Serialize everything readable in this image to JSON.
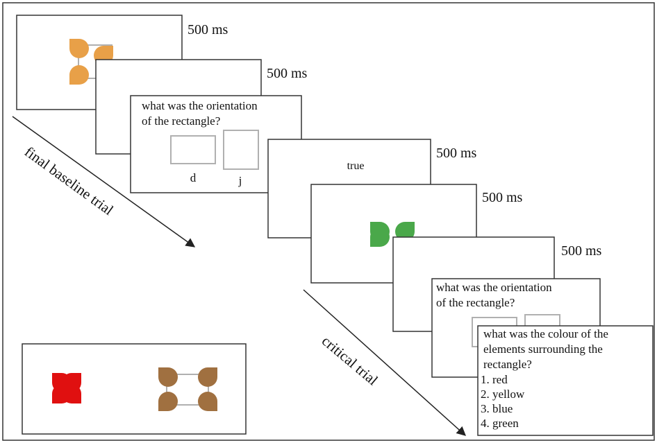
{
  "timing_labels": [
    "500 ms",
    "500 ms",
    "500 ms",
    "500 ms",
    "500 ms"
  ],
  "screens": {
    "frame1": {
      "color": "#e8a048"
    },
    "question_orientation_1": {
      "question": [
        "what was the orientation",
        "of the rectangle?"
      ],
      "keys": [
        "d",
        "j"
      ]
    },
    "feedback": {
      "text": "true"
    },
    "frame_green": {
      "color": "#4aa84a"
    },
    "question_orientation_2": {
      "question": [
        "what was the orientation",
        "of the rectangle?"
      ]
    },
    "question_colour": {
      "question": [
        "what was the colour of the",
        "elements surrounding the",
        "rectangle?"
      ],
      "options": [
        "1. red",
        "2. yellow",
        "3. blue",
        "4. green"
      ]
    }
  },
  "arrows": {
    "baseline": "final baseline trial",
    "critical": "critical trial"
  },
  "example_panel": {
    "left_color": "#e01010",
    "right_color": "#a07040"
  },
  "colors": {
    "frame_border": "#333333",
    "rect_outline": "#b0b0b0"
  }
}
